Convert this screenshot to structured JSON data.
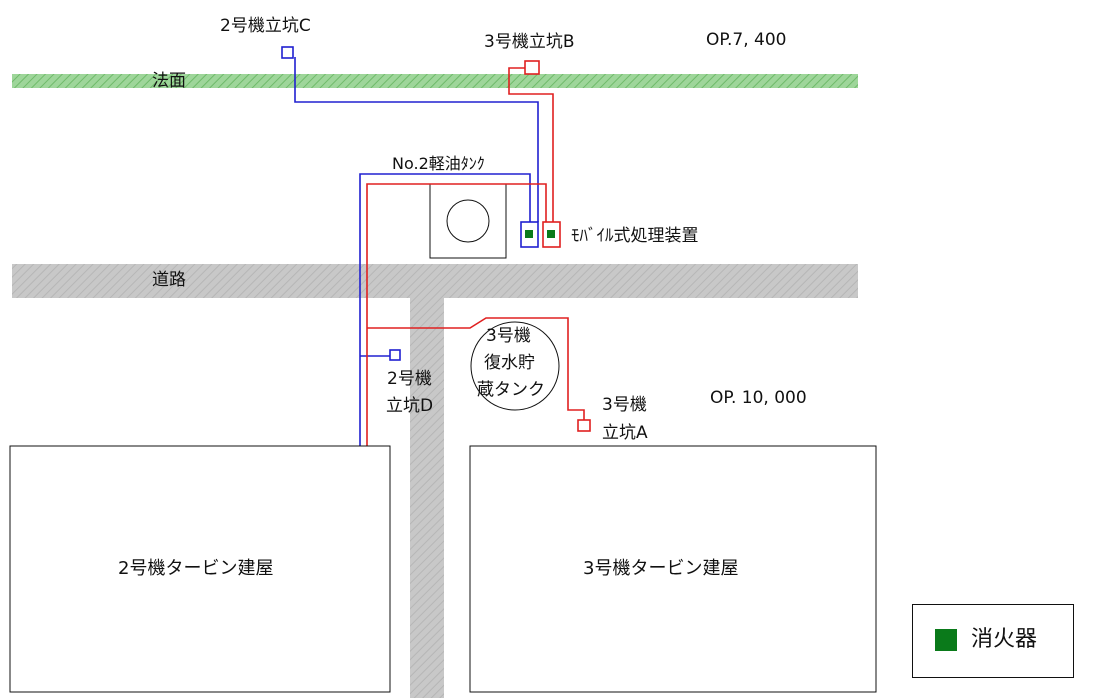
{
  "colors": {
    "blue_line": "#2020d0",
    "red_line": "#e02020",
    "green_extinguisher": "#0a7a1a",
    "slope_green": "#8fcf8a",
    "road_gray": "#c2c2c2"
  },
  "labels": {
    "shaft_2c": "2号機立坑C",
    "shaft_3b": "3号機立坑B",
    "op_top": "OP.7, 400",
    "slope": "法面",
    "fuel_tank": "No.2軽油ﾀﾝｸ",
    "mobile_unit": "ﾓﾊﾞｲﾙ式処理装置",
    "road": "道路",
    "cst_line1": "3号機",
    "cst_line2": "復水貯",
    "cst_line3": "蔵タンク",
    "shaft_2d_line1": "2号機",
    "shaft_2d_line2": "立坑D",
    "shaft_3a_line1": "3号機",
    "shaft_3a_line2": "立坑A",
    "op_bottom": "OP. 10, 000",
    "turbine_2": "2号機タービン建屋",
    "turbine_3": "3号機タービン建屋"
  },
  "legend": {
    "label": "消火器",
    "icon": "green-square-icon"
  }
}
